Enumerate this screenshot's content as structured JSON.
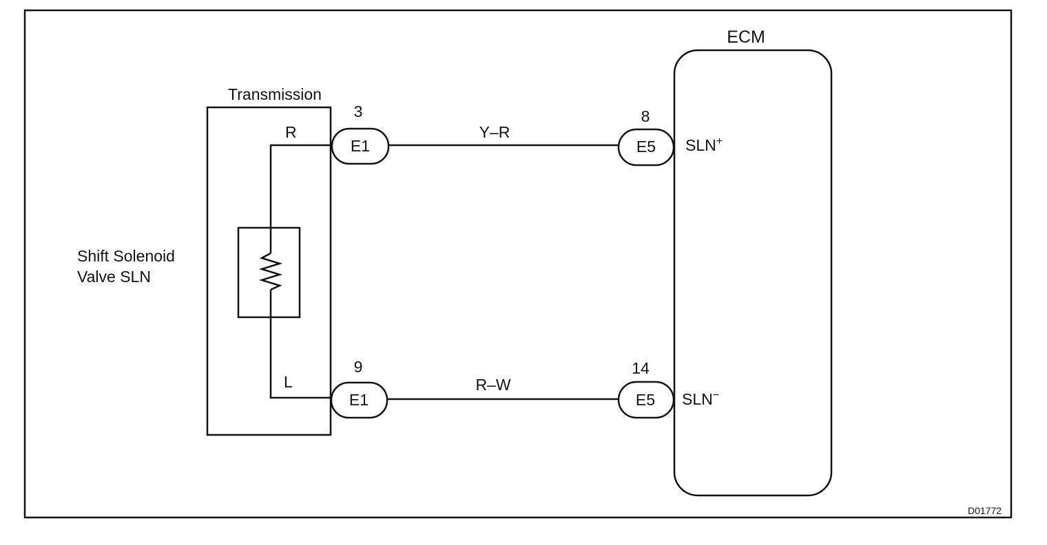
{
  "ecm": {
    "title": "ECM"
  },
  "transmission": {
    "title": "Transmission"
  },
  "solenoid": {
    "line1": "Shift Solenoid",
    "line2": "Valve SLN"
  },
  "internal_wires": {
    "top": "R",
    "bottom": "L"
  },
  "circuits": {
    "top": {
      "left_connector": {
        "label": "E1",
        "pin": "3"
      },
      "wire_color": "Y–R",
      "right_connector": {
        "label": "E5",
        "pin": "8"
      },
      "terminal": {
        "name": "SLN",
        "polarity": "+"
      }
    },
    "bottom": {
      "left_connector": {
        "label": "E1",
        "pin": "9"
      },
      "wire_color": "R–W",
      "right_connector": {
        "label": "E5",
        "pin": "14"
      },
      "terminal": {
        "name": "SLN",
        "polarity": "−"
      }
    }
  },
  "figure_code": "D01772",
  "colors": {
    "ink": "#111111",
    "background": "#ffffff"
  }
}
